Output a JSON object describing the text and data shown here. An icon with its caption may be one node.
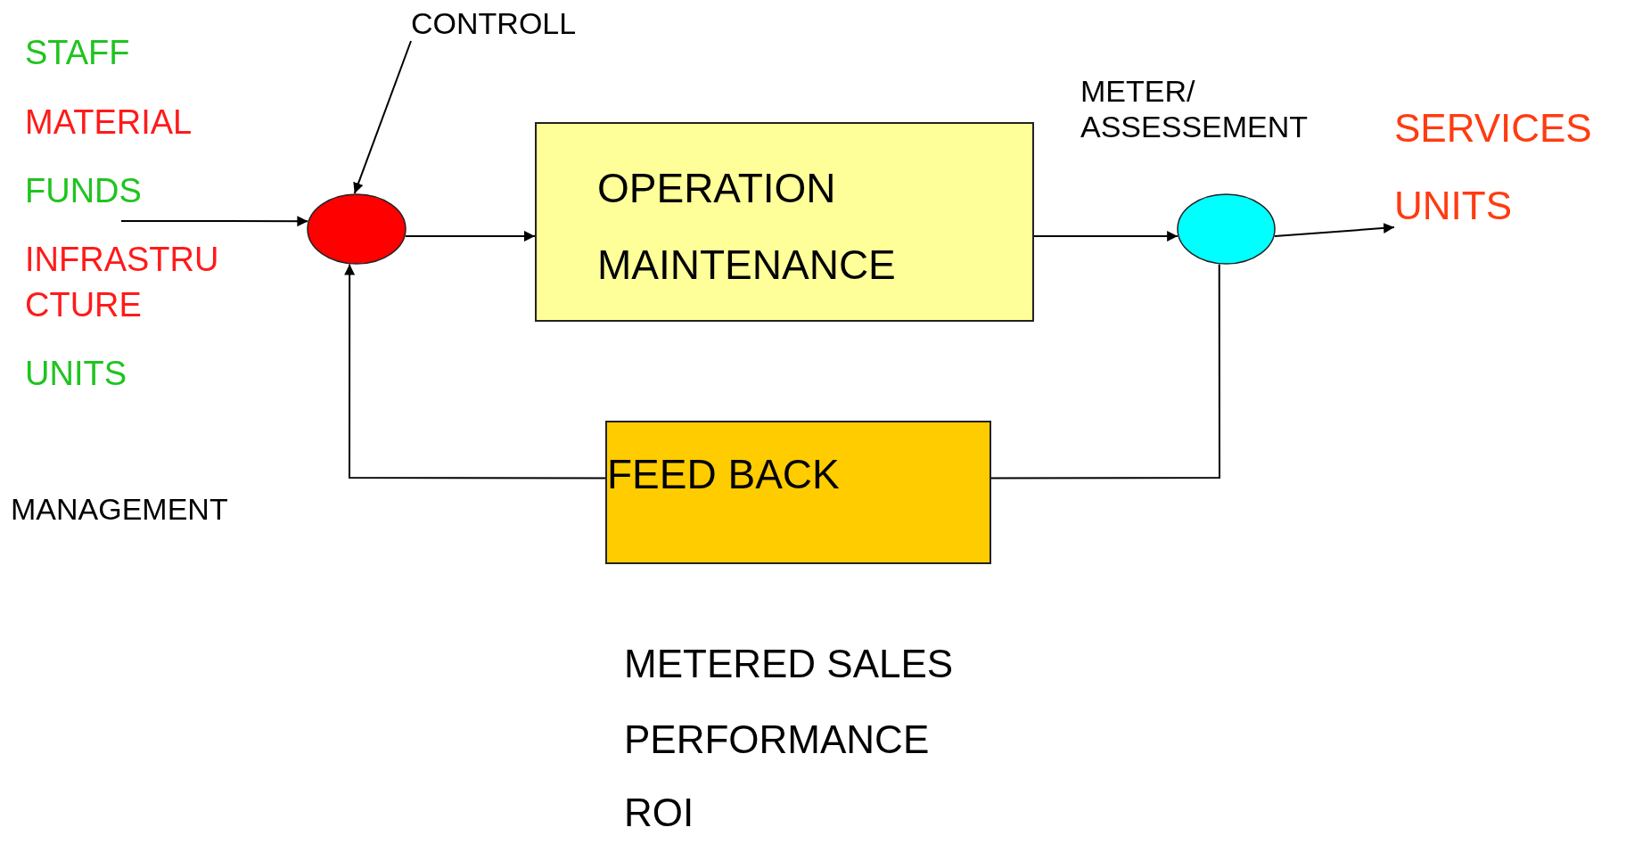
{
  "diagram": {
    "nodes": [
      {
        "text": [
          "CONTROLL"
        ]
      },
      {
        "text": [],
        "shape": "circle"
      },
      {
        "text": [
          "OPERATION",
          "MAINTENANCE"
        ]
      },
      {
        "text": [],
        "shape": "circle"
      },
      {
        "text": [
          "SERVICES",
          "UNITS"
        ]
      },
      {
        "text": [
          "FEED BACK"
        ]
      }
    ],
    "edges": [
      {
        "from": 0,
        "to": 1,
        "arrow": "to"
      },
      {
        "from": null,
        "to": 1,
        "arrow": "to"
      },
      {
        "from": 1,
        "to": 2,
        "arrow": "to"
      },
      {
        "from": 2,
        "to": 3,
        "arrow": "to"
      },
      {
        "from": 3,
        "to": 4,
        "arrow": "to"
      },
      {
        "from": 3,
        "to": 5,
        "arrow": "none"
      },
      {
        "from": 5,
        "to": 1,
        "arrow": "to"
      }
    ],
    "labels": [
      "STAFF",
      "MATERIAL",
      "FUNDS",
      "INFRASTRU CTURE",
      "UNITS",
      "MANAGEMENT",
      "METER/ ASSESSEMENT",
      "METERED SALES",
      "PERFORMANCE",
      "ROI"
    ]
  }
}
